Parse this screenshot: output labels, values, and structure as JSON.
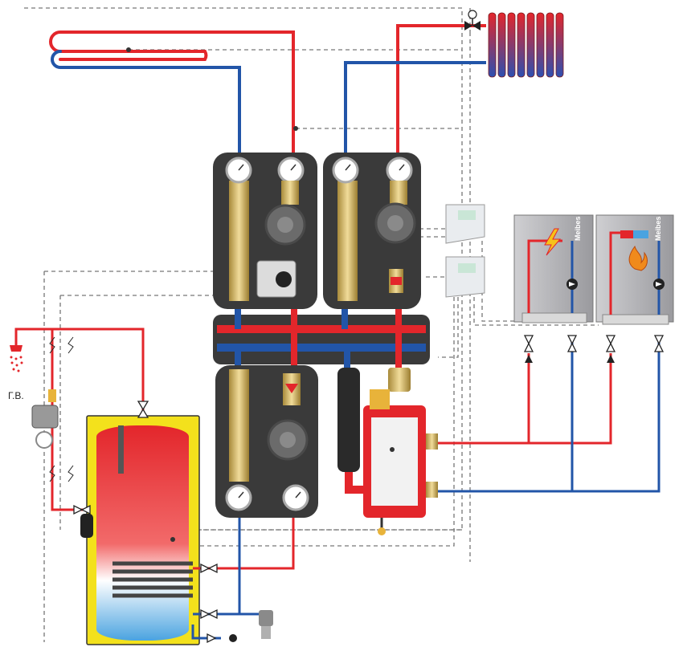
{
  "labels": {
    "hot_water": "Г.В.",
    "boiler_brand_electric": "Meibes",
    "boiler_brand_solid_fuel": "Meibes"
  },
  "colors": {
    "supply_pipe": "#e3262b",
    "return_pipe": "#2255a8",
    "control_line": "#777777",
    "insulation": "#3a3a3a",
    "tank_shell": "#f3e11c"
  },
  "icons": {
    "shower": "shower-icon",
    "radiator": "radiator-icon",
    "electric_boiler": "lightning-icon",
    "solid_fuel_boiler": "flame-icon"
  }
}
